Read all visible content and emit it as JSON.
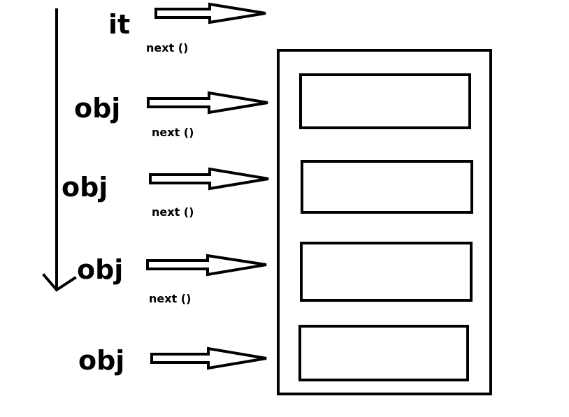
{
  "iterator": {
    "label": "it"
  },
  "elements": [
    {
      "label": "obj"
    },
    {
      "label": "obj"
    },
    {
      "label": "obj"
    },
    {
      "label": "obj"
    }
  ],
  "calls": [
    {
      "label": "next  ()"
    },
    {
      "label": "next  ()"
    },
    {
      "label": "next  ()"
    },
    {
      "label": "next  ()"
    }
  ],
  "colors": {
    "stroke": "#000000",
    "background": "#ffffff"
  }
}
